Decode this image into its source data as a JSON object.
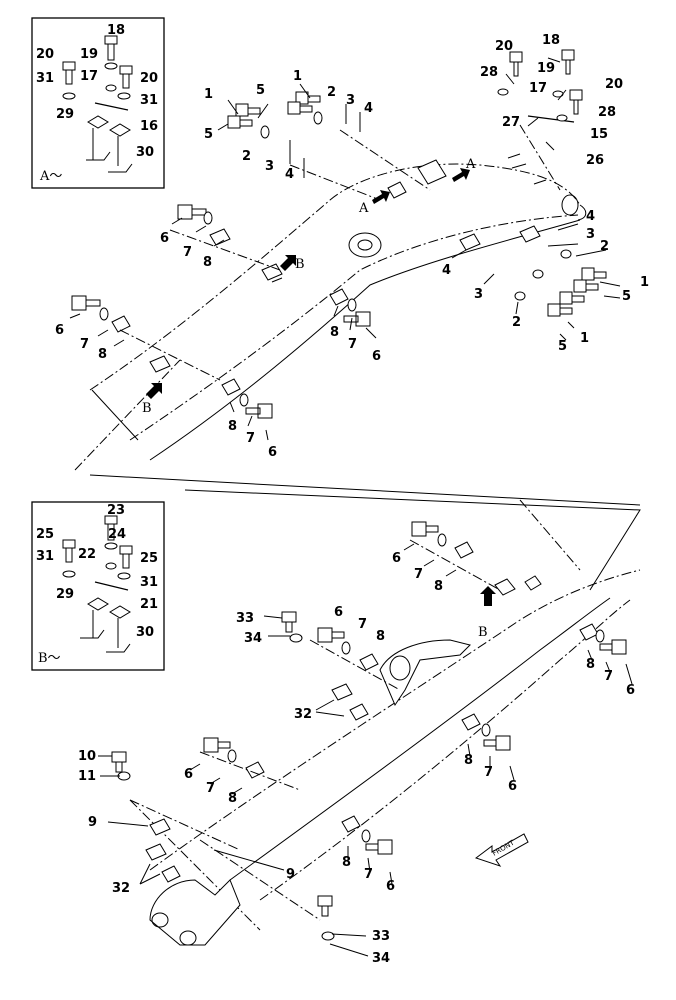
{
  "inset_a": {
    "title": "A～",
    "labels": [
      "18",
      "20",
      "19",
      "17",
      "20",
      "31",
      "31",
      "29",
      "16",
      "30"
    ]
  },
  "inset_b": {
    "title": "B～",
    "labels": [
      "23",
      "24",
      "25",
      "31",
      "22",
      "25",
      "31",
      "29",
      "21",
      "30"
    ]
  },
  "view_markers": {
    "a1": "A",
    "a2": "A",
    "b1": "B",
    "b2": "B",
    "b3": "B"
  },
  "front_arrow": "FRONT",
  "upper_labels": {
    "top_right": [
      "20",
      "18",
      "28",
      "19",
      "17",
      "20",
      "28",
      "27",
      "15",
      "26",
      "4",
      "3",
      "2"
    ],
    "top_middle": [
      "1",
      "5",
      "2",
      "3",
      "4",
      "1",
      "5",
      "2",
      "3",
      "4"
    ],
    "left_side": [
      "6",
      "7",
      "8",
      "6",
      "7",
      "8"
    ],
    "middle_pads": [
      "8",
      "7",
      "6",
      "8",
      "7",
      "6"
    ],
    "right_bolts": [
      "1",
      "5",
      "4",
      "3",
      "2",
      "1",
      "5"
    ]
  },
  "lower_labels": {
    "top": [
      "6",
      "7",
      "8",
      "33",
      "34",
      "6",
      "7",
      "8"
    ],
    "right": [
      "8",
      "7",
      "6",
      "8",
      "7",
      "6"
    ],
    "left": [
      "32",
      "10",
      "11",
      "6",
      "7",
      "8",
      "9",
      "9",
      "32",
      "8",
      "7",
      "6",
      "33",
      "34"
    ]
  }
}
